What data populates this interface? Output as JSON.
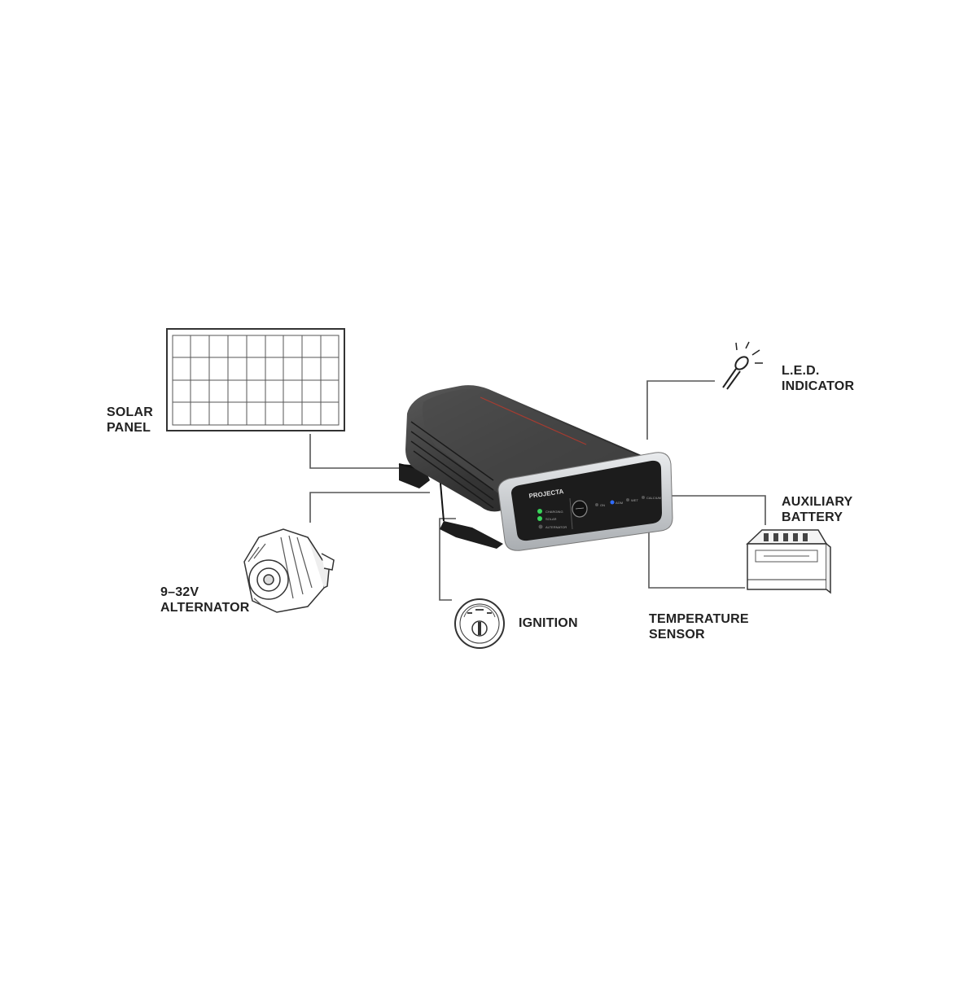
{
  "labels": {
    "solar_panel": [
      "SOLAR",
      "PANEL"
    ],
    "alternator": [
      "9–32V",
      "ALTERNATOR"
    ],
    "ignition": [
      "IGNITION"
    ],
    "led_indicator": [
      "L.E.D.",
      "INDICATOR"
    ],
    "auxiliary_battery": [
      "AUXILIARY",
      "BATTERY"
    ],
    "temperature_sensor": [
      "TEMPERATURE",
      "SENSOR"
    ]
  },
  "device": {
    "brand": "PROJECTA",
    "led_labels": [
      "CHARGING",
      "SOLAR",
      "ALTERNATOR"
    ],
    "status_labels": [
      "ON",
      "AGM",
      "WET",
      "CALCIUM"
    ]
  },
  "colors": {
    "line": "#555555",
    "device_body": "#3a3a3a",
    "device_face": "#1c1c1c",
    "bezel": "#cfd2d5",
    "led_green": "#39d45a",
    "led_blue": "#2f6bff",
    "accent_red": "#c0392b"
  }
}
